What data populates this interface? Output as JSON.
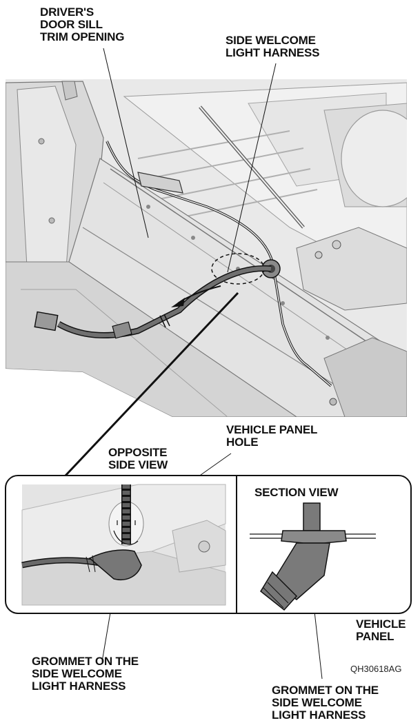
{
  "labels": {
    "door_sill_line1": "DRIVER'S",
    "door_sill_line2": "DOOR SILL",
    "door_sill_line3": "TRIM OPENING",
    "harness_top_line1": "SIDE WELCOME",
    "harness_top_line2": "LIGHT HARNESS",
    "panel_hole_line1": "VEHICLE PANEL",
    "panel_hole_line2": "HOLE",
    "opposite_view_line1": "OPPOSITE",
    "opposite_view_line2": "SIDE VIEW",
    "section_view": "SECTION VIEW",
    "vehicle_panel_line1": "VEHICLE",
    "vehicle_panel_line2": "PANEL",
    "grommet_left_line1": "GROMMET ON THE",
    "grommet_left_line2": "SIDE WELCOME",
    "grommet_left_line3": "LIGHT HARNESS",
    "grommet_right_line1": "GROMMET ON THE",
    "grommet_right_line2": "SIDE WELCOME",
    "grommet_right_line3": "LIGHT HARNESS",
    "figure_code": "QH30618AG"
  },
  "colors": {
    "line": "#111111",
    "body_light": "#ececec",
    "body_mid": "#d6d6d6",
    "body_dark": "#b4b4b4",
    "harness": "#6a6a6a",
    "grommet": "#5a5a5a"
  }
}
